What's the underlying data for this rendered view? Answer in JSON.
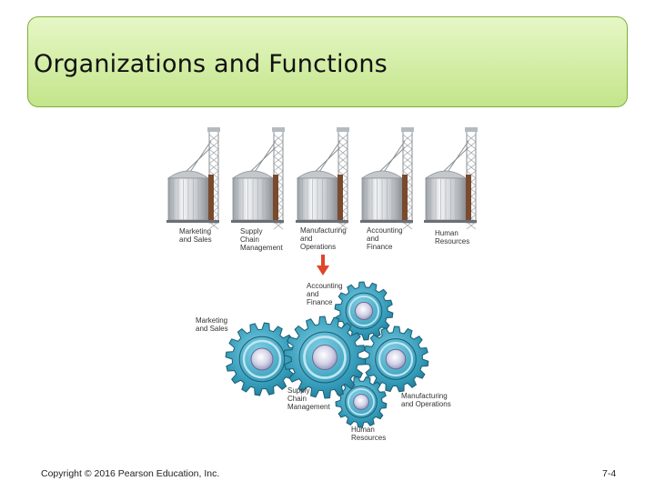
{
  "slide": {
    "title": "Organizations and Functions",
    "copyright": "Copyright © 2016 Pearson Education, Inc.",
    "page_number": "7-4"
  },
  "silos": [
    {
      "label": "Marketing\nand Sales"
    },
    {
      "label": "Supply\nChain\nManagement"
    },
    {
      "label": "Manufacturing\nand\nOperations"
    },
    {
      "label": "Accounting\nand\nFinance"
    },
    {
      "label": "Human\nResources"
    }
  ],
  "gears": {
    "accounting": "Accounting\nand\nFinance",
    "marketing": "Marketing\nand Sales",
    "supply": "Supply\nChain\nManagement",
    "manufacturing": "Manufacturing\nand Operations",
    "human": "Human\nResources"
  },
  "colors": {
    "title_bg_top": "#e6f7c6",
    "title_bg_bottom": "#c3e58a",
    "title_border": "#7fae3a",
    "arrow": "#e0452b",
    "gear": "#2f97b5"
  }
}
